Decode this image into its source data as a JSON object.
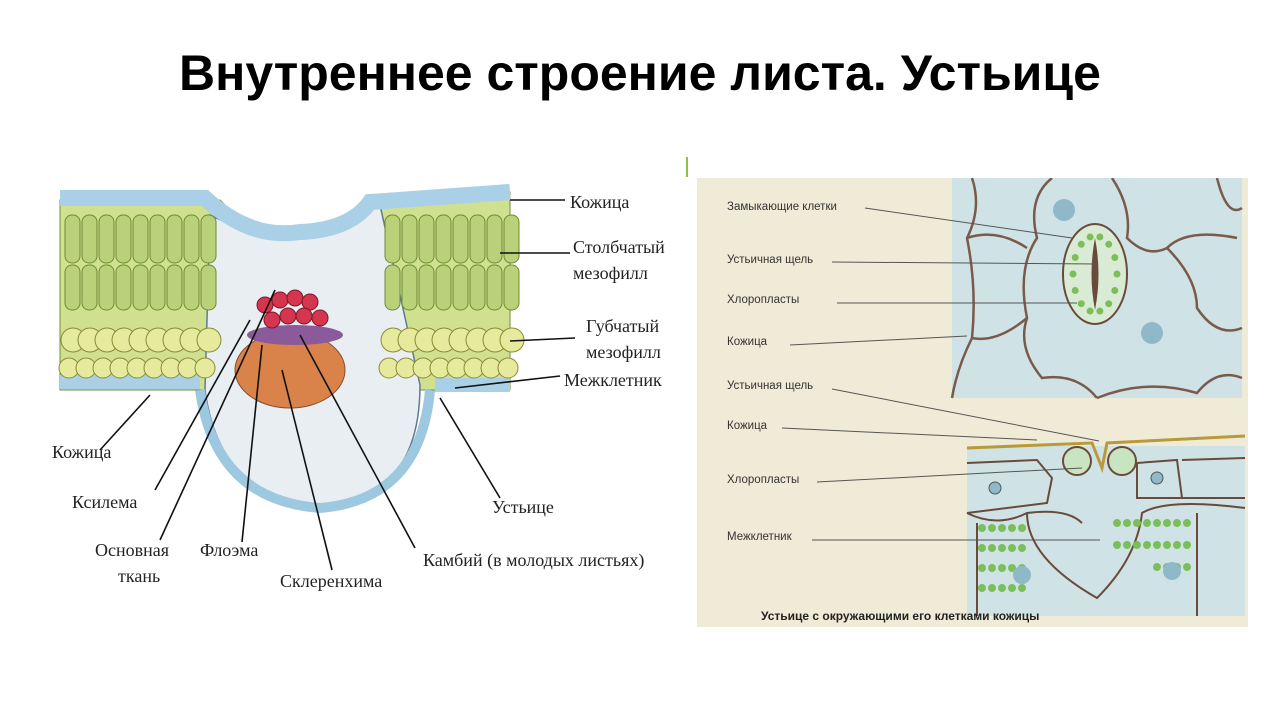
{
  "slide": {
    "title": "Внутреннее строение листа. Устьице"
  },
  "left_figure": {
    "labels": {
      "epidermis_top": "Кожица",
      "palisade_1": "Столбчатый",
      "palisade_2": "мезофилл",
      "spongy_1": "Губчатый",
      "spongy_2": "мезофилл",
      "intercellular": "Межклетник",
      "epidermis_bottom": "Кожица",
      "xylem": "Ксилема",
      "ground_1": "Основная",
      "ground_2": "ткань",
      "phloem": "Флоэма",
      "sclerenchyma": "Склеренхима",
      "cambium": "Камбий (в молодых листьях)",
      "stoma": "Устьице"
    }
  },
  "right_figure": {
    "labels": {
      "guard_cells": "Замыкающие клетки",
      "stomatal_pore_top": "Устьичная щель",
      "chloroplasts_top": "Хлоропласты",
      "epidermis_top": "Кожица",
      "stomatal_pore_bottom": "Устьичная щель",
      "epidermis_bottom": "Кожица",
      "chloroplasts_bottom": "Хлоропласты",
      "intercellular": "Межклетник"
    },
    "caption": "Устьице с окружающими его клетками кожицы"
  },
  "colors": {
    "epidermis": "#bfdcea",
    "palisade": "#b9d27a",
    "spongy": "#e6ea9c",
    "xylem": "#d6354f",
    "phloem": "#d9824a",
    "stoma_bg": "#f0ebd6"
  }
}
